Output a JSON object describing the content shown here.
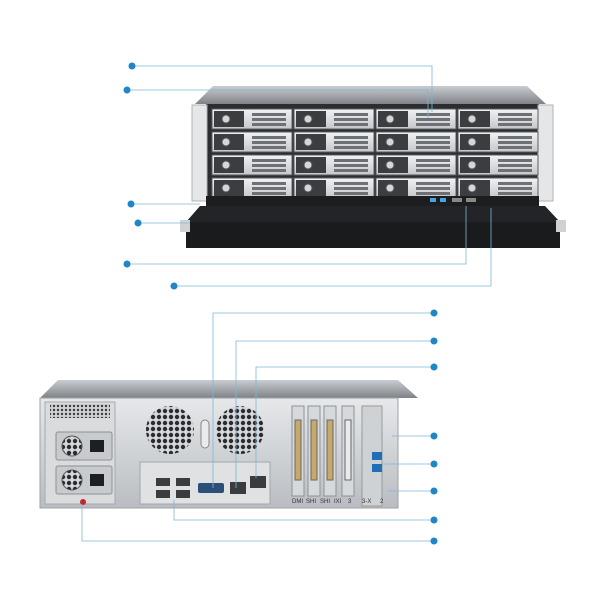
{
  "figure": {
    "accent_color": "#1f86c8",
    "callout_line_color": "#7fb6d8",
    "front_view": {
      "drive_bays": {
        "rows": 4,
        "columns": 4
      },
      "callout_count": 6
    },
    "rear_view": {
      "psu_count": 2,
      "pcie_slot_count": 4,
      "callout_count": 8,
      "slot_labels": [
        "DMI",
        "SHI",
        "SHI",
        "IXI",
        "3",
        "3-X",
        "2"
      ]
    }
  }
}
